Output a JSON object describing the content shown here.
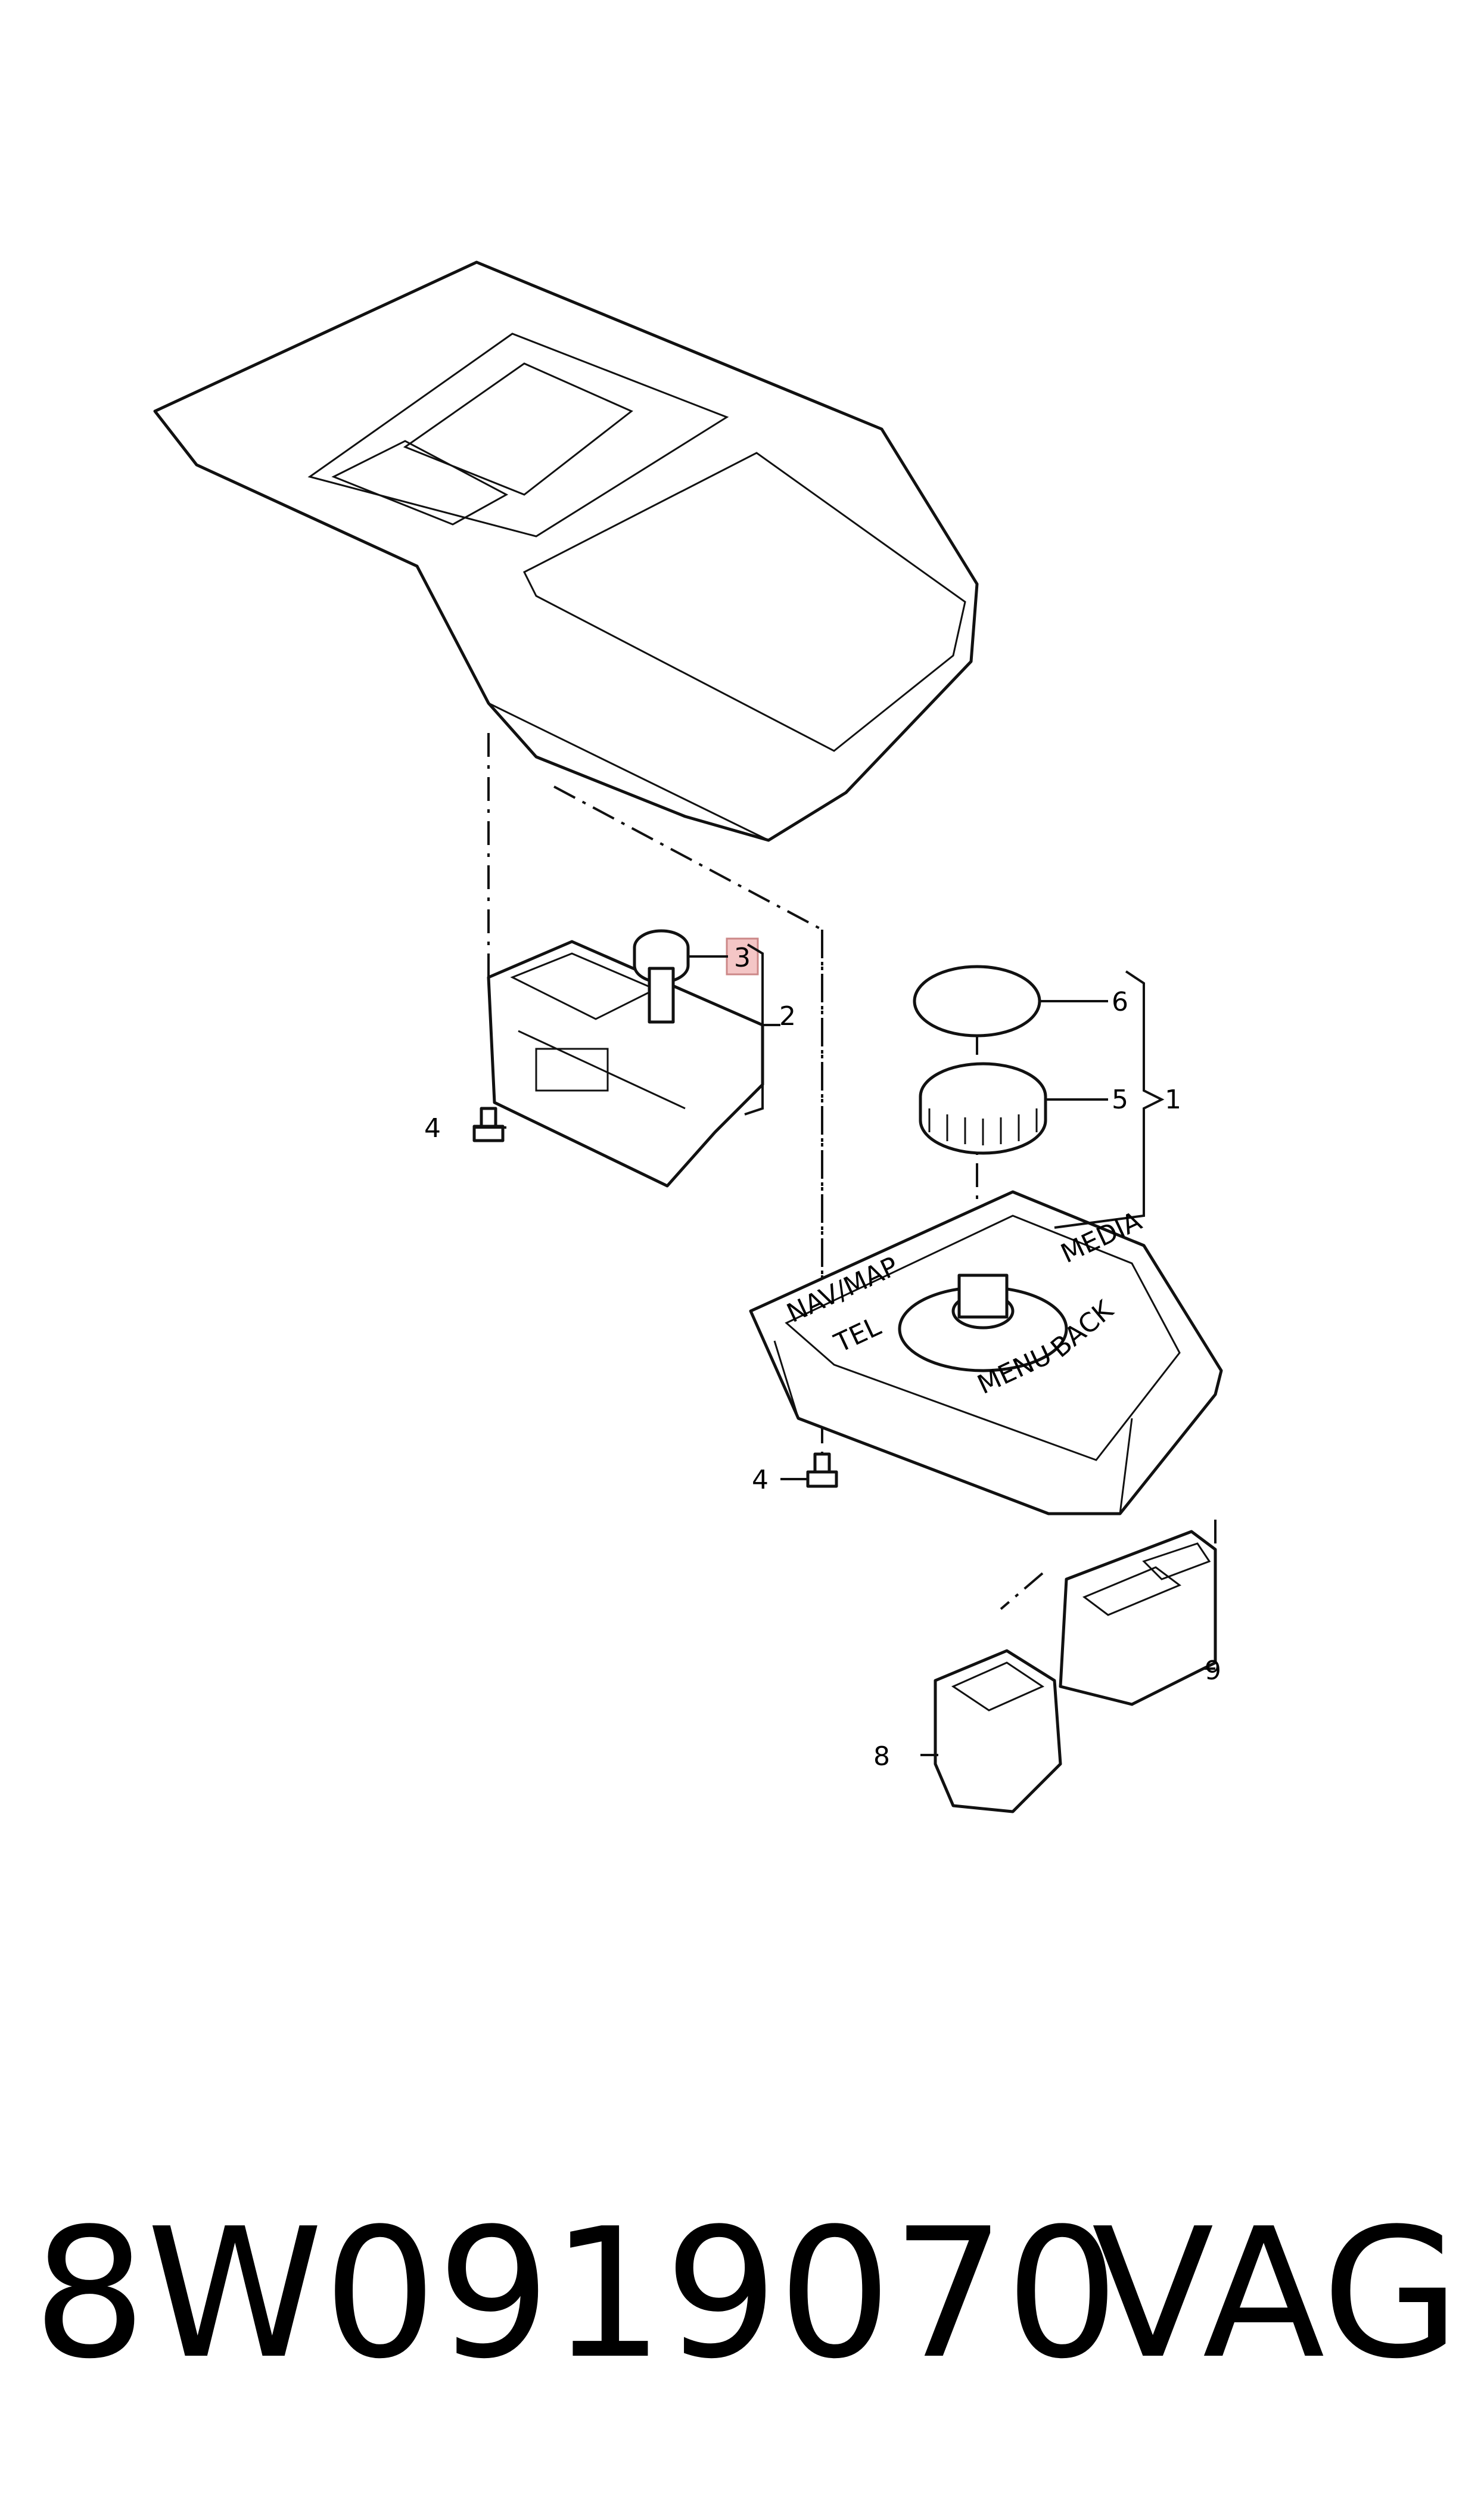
{
  "callouts": {
    "c1": "1",
    "c2": "2",
    "c3": "3",
    "c4a": "4",
    "c4b": "4",
    "c5": "5",
    "c6": "6",
    "c8": "8",
    "c9": "9"
  },
  "knob_labels": {
    "nav": "NAV/MAP",
    "tel": "TEL",
    "menu": "MENU",
    "media": "MEDIA",
    "back": "BACK"
  },
  "footer": {
    "part_number": "8W0919070",
    "brand": "VAG"
  },
  "colors": {
    "ink": "#111111",
    "highlight": "#f4c6c6"
  }
}
